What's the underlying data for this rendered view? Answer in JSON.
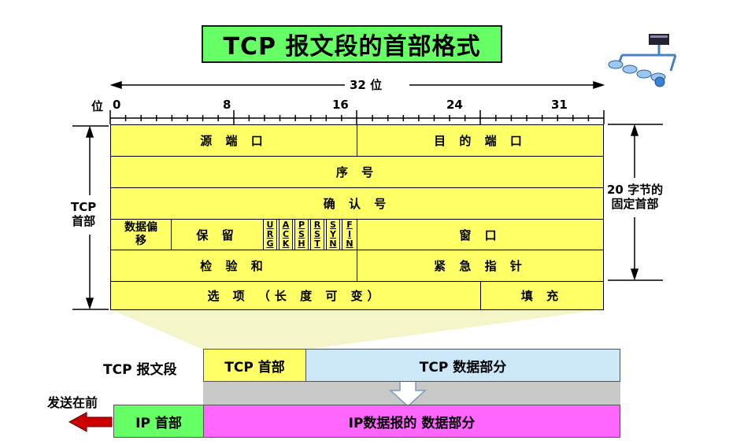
{
  "title": "TCP 报文段的首部格式",
  "ruler": {
    "width_label": "32 位",
    "unit_label": "位",
    "ticks": [
      "0",
      "8",
      "16",
      "24",
      "31"
    ]
  },
  "header_fields": {
    "source_port": "源 端 口",
    "dest_port": "目 的 端 口",
    "sequence": "序 号",
    "ack": "确 认 号",
    "data_offset": "数据偏移",
    "reserved": "保 留",
    "flags": [
      "URG",
      "ACK",
      "PSH",
      "RST",
      "SYN",
      "FIN"
    ],
    "window": "窗 口",
    "checksum": "检 验 和",
    "urgent_pointer": "紧 急 指 针",
    "options": "选 项 （长 度 可 变）",
    "padding": "填 充"
  },
  "side_labels": {
    "tcp_header": "TCP\n首部",
    "fixed_header": "20 字节的\n固定首部"
  },
  "encapsulation": {
    "segment_label": "TCP 报文段",
    "tcp_header_box": "TCP 首部",
    "tcp_data_box": "TCP 数据部分",
    "send_first": "发送在前",
    "ip_header_box": "IP 首部",
    "ip_data_box": "IP数据报的 数据部分"
  },
  "colors": {
    "field_fill": "#ffff66",
    "title_fill": "#66ff66",
    "tcp_data_fill": "#cce8f8",
    "ip_data_fill": "#ff66ff",
    "arrow_red": "#cc0000"
  }
}
